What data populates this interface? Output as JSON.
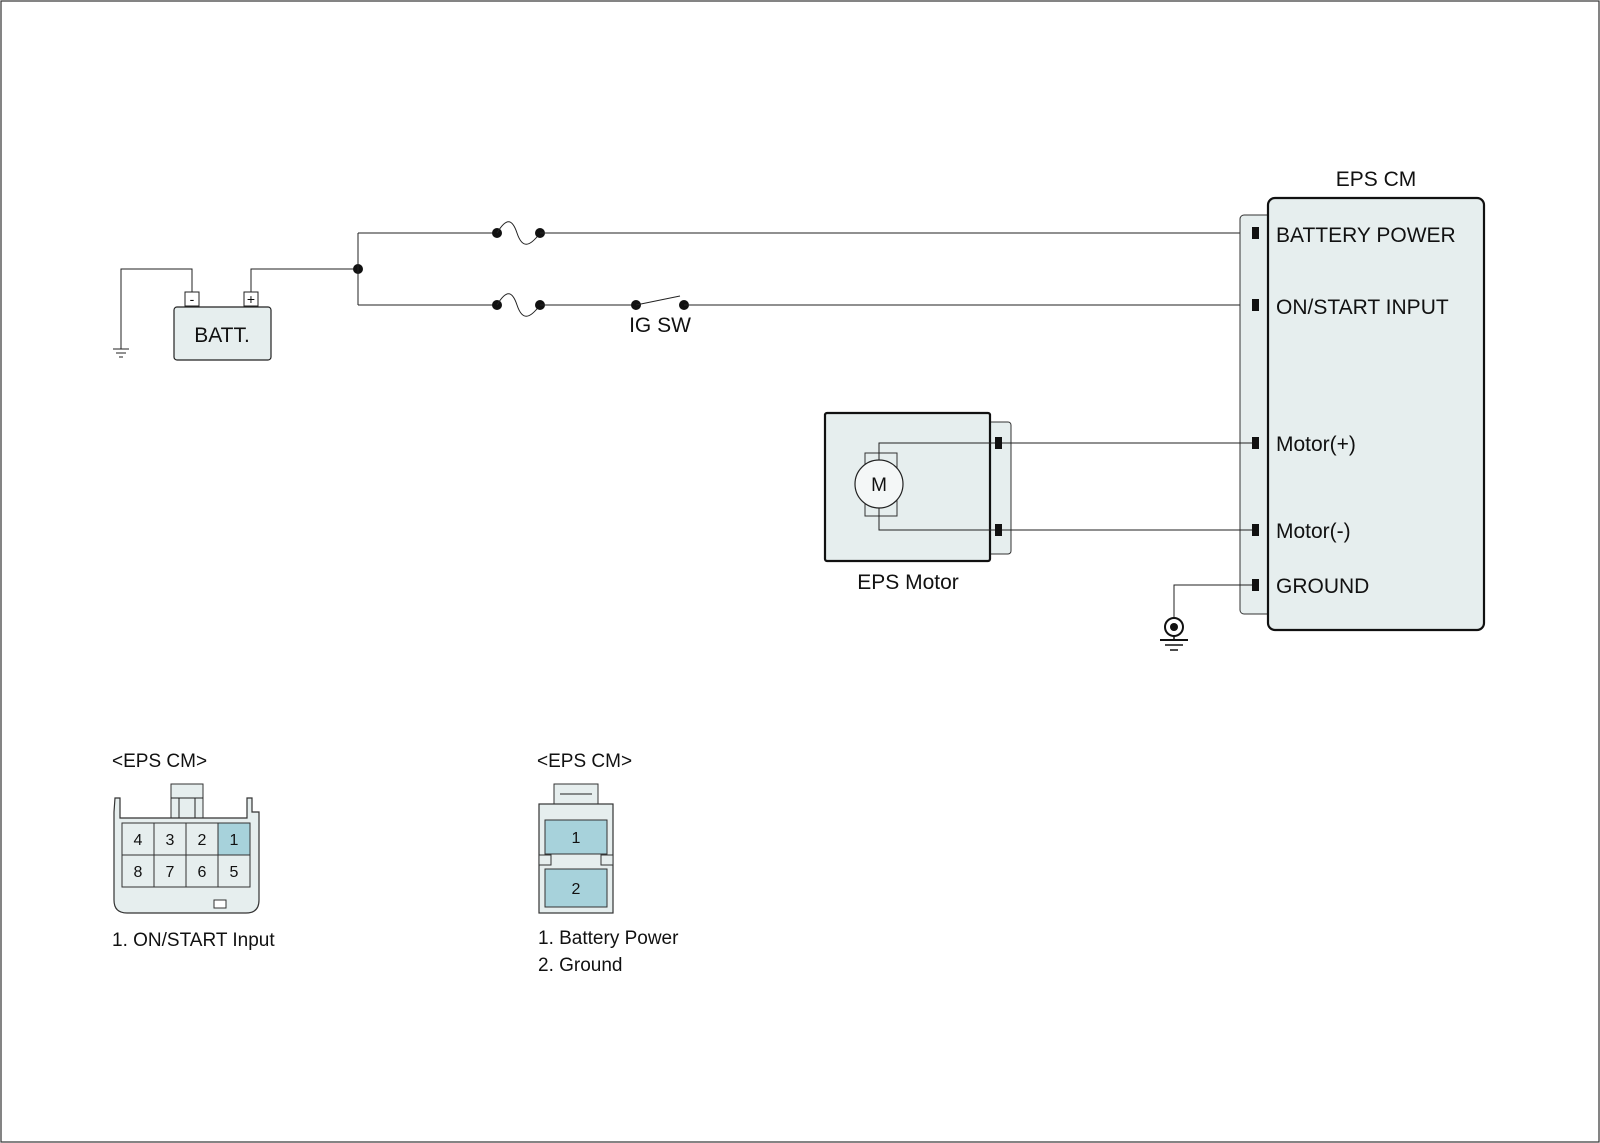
{
  "colors": {
    "component_fill": "#e6eeee",
    "pin_highlight": "#a7d2db",
    "line": "#222222"
  },
  "battery": {
    "label": "BATT.",
    "neg_symbol": "-",
    "pos_symbol": "+"
  },
  "ig_switch": {
    "label": "IG SW"
  },
  "module": {
    "title": "EPS CM",
    "pins": [
      "BATTERY POWER",
      "ON/START INPUT",
      "Motor(+)",
      "Motor(-)",
      "GROUND"
    ]
  },
  "motor": {
    "label": "EPS Motor",
    "symbol": "M"
  },
  "connector_a": {
    "title": "<EPS CM>",
    "pins_top": [
      "4",
      "3",
      "2",
      "1"
    ],
    "pins_bottom": [
      "8",
      "7",
      "6",
      "5"
    ],
    "highlighted_pin": "1",
    "legend": [
      "1. ON/START Input"
    ]
  },
  "connector_b": {
    "title": "<EPS CM>",
    "pins": [
      "1",
      "2"
    ],
    "legend": [
      "1. Battery Power",
      "2. Ground"
    ]
  }
}
